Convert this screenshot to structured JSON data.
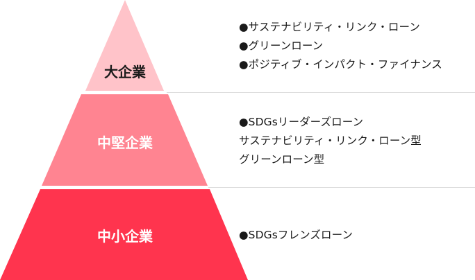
{
  "colors": {
    "tier_large": "#ffc3c9",
    "tier_mid": "#ff8491",
    "tier_small": "#ff344e",
    "divider": "#dddddd",
    "label_dark": "#1a1a1a",
    "label_light": "#ffffff"
  },
  "tiers": {
    "large": {
      "label": "大企業",
      "items": [
        "●サステナビリティ・リンク・ローン",
        "●グリーンローン",
        "●ポジティブ・インパクト・ファイナンス"
      ]
    },
    "mid": {
      "label": "中堅企業",
      "items": [
        "●SDGsリーダーズローン",
        "サステナビリティ・リンク・ローン型",
        "グリーンローン型"
      ]
    },
    "small": {
      "label": "中小企業",
      "items": [
        "●SDGsフレンズローン"
      ]
    }
  }
}
